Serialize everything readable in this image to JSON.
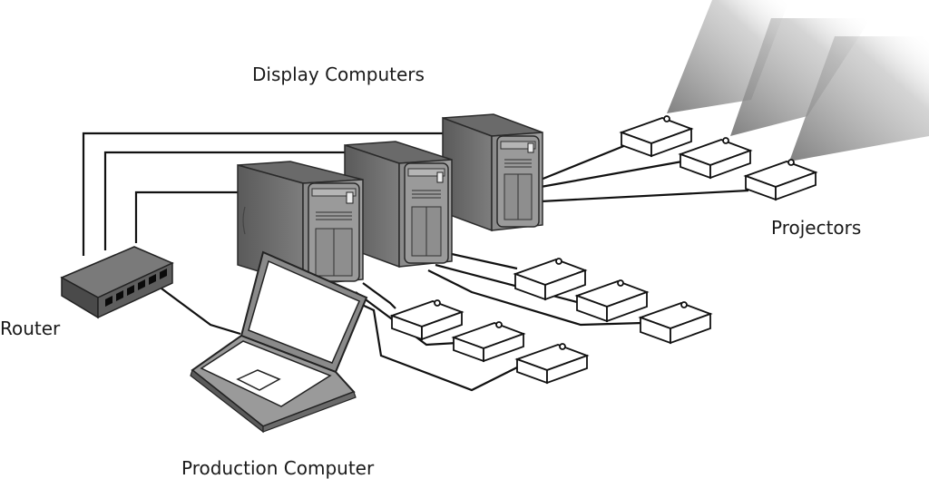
{
  "labels": {
    "display_computers": "Display Computers",
    "projectors": "Projectors",
    "router": "Router",
    "production_computer": "Production Computer"
  },
  "colors": {
    "tower_dark": "#6e6e6e",
    "tower_mid": "#8c8c8c",
    "tower_light": "#a8a8a8",
    "router_body": "#5c5c5c",
    "cable": "#111111",
    "projector_body": "#ffffff",
    "beam": "#8a8a8a"
  },
  "icons": {
    "tower": "desktop-tower-icon",
    "router": "network-router-icon",
    "laptop": "laptop-icon",
    "projector": "projector-icon"
  }
}
